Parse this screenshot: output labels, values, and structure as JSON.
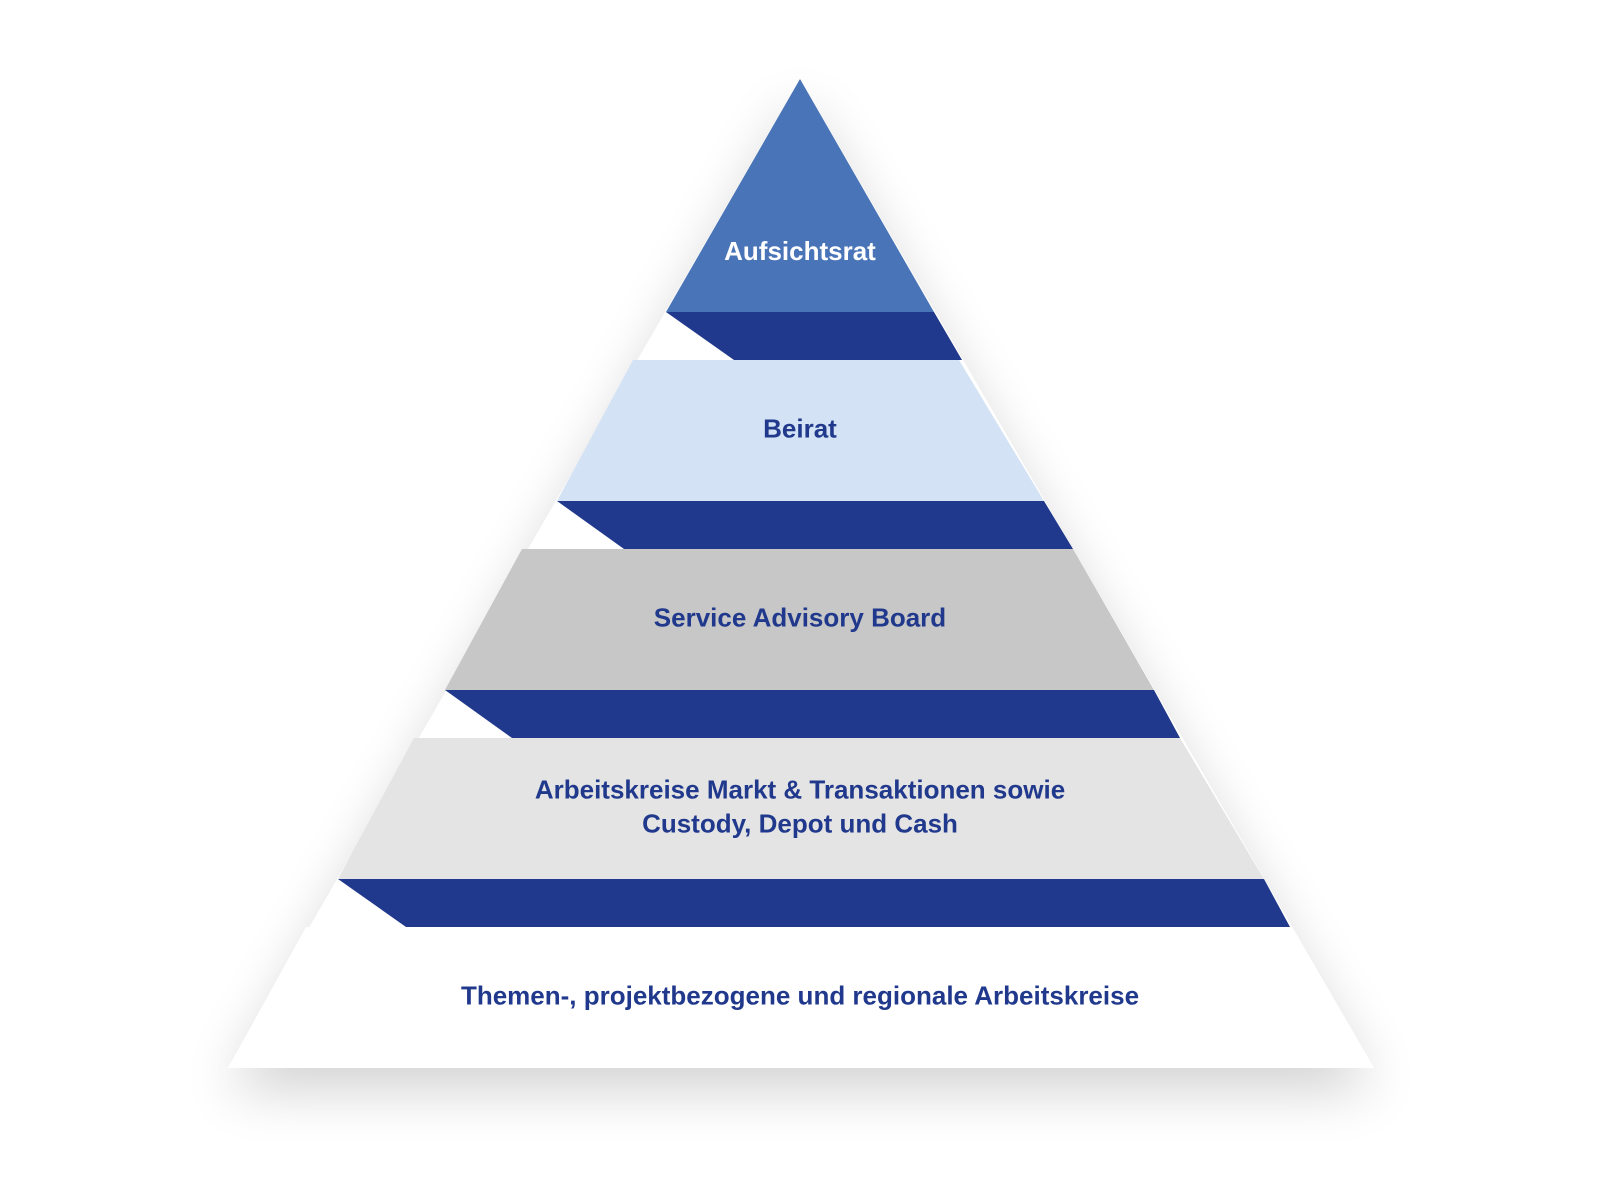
{
  "colors": {
    "connector": "#21398c",
    "label_dark": "#21398c",
    "label_light": "#ffffff"
  },
  "tiers": [
    {
      "id": "aufsichtsrat",
      "lines": [
        "Aufsichtsrat"
      ],
      "fill": "#4a74b8",
      "label_color": "#ffffff"
    },
    {
      "id": "beirat",
      "lines": [
        "Beirat"
      ],
      "fill": "#d3e2f4",
      "label_color": "#21398c"
    },
    {
      "id": "service-advisory-board",
      "lines": [
        "Service Advisory Board"
      ],
      "fill": "#c7c7c7",
      "label_color": "#21398c"
    },
    {
      "id": "arbeitskreise-markt",
      "lines": [
        "Arbeitskreise Markt & Transaktionen sowie",
        "Custody, Depot und Cash"
      ],
      "fill": "#e4e4e4",
      "label_color": "#21398c"
    },
    {
      "id": "themen-arbeitskreise",
      "lines": [
        "Themen-, projektbezogene und regionale Arbeitskreise"
      ],
      "fill": "#ffffff",
      "label_color": "#21398c"
    }
  ]
}
